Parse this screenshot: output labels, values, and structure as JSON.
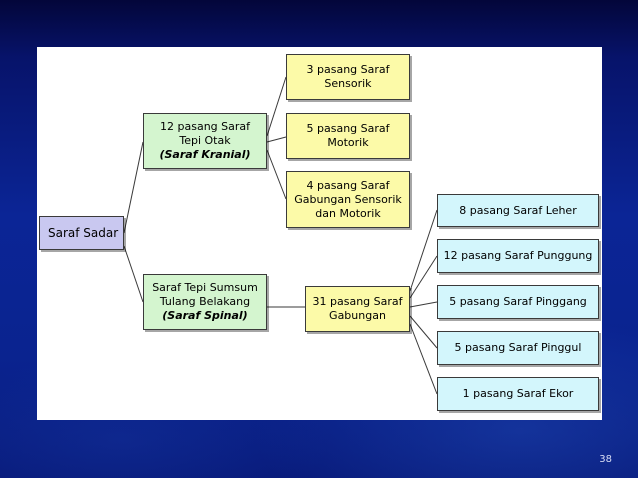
{
  "diagram": {
    "root": {
      "label": "Saraf Sadar"
    },
    "cranial": {
      "lines": [
        "12 pasang Saraf",
        "Tepi Otak"
      ],
      "emphasis": "(Saraf Kranial)"
    },
    "spinal": {
      "lines": [
        "Saraf Tepi Sumsum",
        "Tulang Belakang"
      ],
      "emphasis": "(Saraf Spinal)"
    },
    "cranial_children": [
      {
        "lines": [
          "3 pasang Saraf",
          "Sensorik"
        ]
      },
      {
        "lines": [
          "5 pasang Saraf",
          "Motorik"
        ]
      },
      {
        "lines": [
          "4 pasang Saraf",
          "Gabungan Sensorik",
          "dan Motorik"
        ]
      }
    ],
    "spinal_child": {
      "lines": [
        "31 pasang Saraf",
        "Gabungan"
      ]
    },
    "spinal_grandchildren": [
      {
        "label": "8 pasang Saraf Leher"
      },
      {
        "label": "12 pasang Saraf Punggung"
      },
      {
        "label": "5 pasang Saraf Pinggang"
      },
      {
        "label": "5 pasang Saraf Pinggul"
      },
      {
        "label": "1 pasang Saraf Ekor"
      }
    ]
  },
  "slide": {
    "page_number": "38"
  },
  "colors": {
    "root_fill": "#c9c8f0",
    "level1_fill": "#d4f5cf",
    "level2_fill": "#fcfaa8",
    "level3_fill": "#d3f6fc",
    "connector": "#3a3a3a"
  }
}
